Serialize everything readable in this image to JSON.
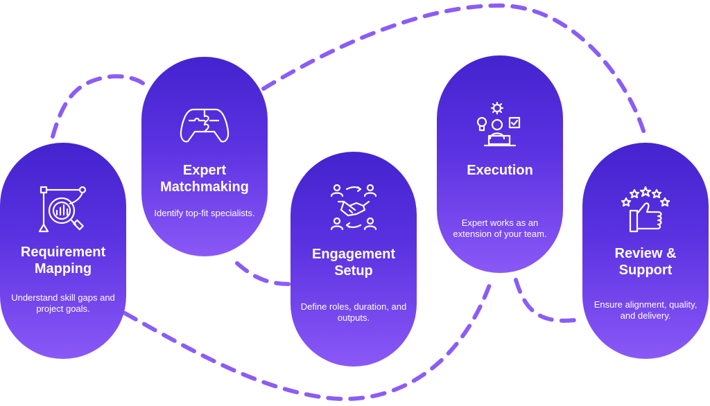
{
  "colors": {
    "pill_top": "#4423CF",
    "pill_bottom": "#8A58F6",
    "connector": "#8B5CF6",
    "text": "#FFFFFF"
  },
  "steps": [
    {
      "icon": "analytics-magnifier-icon",
      "title": "Requirement Mapping",
      "description": "Understand skill gaps and project goals."
    },
    {
      "icon": "game-controller-puzzle-icon",
      "title": "Expert Matchmaking",
      "description": "Identify top-fit specialists."
    },
    {
      "icon": "handshake-team-icon",
      "title": "Engagement Setup",
      "description": "Define roles, duration, and outputs."
    },
    {
      "icon": "person-laptop-ideas-icon",
      "title": "Execution",
      "description": "Expert works as an extension of your team."
    },
    {
      "icon": "thumbs-up-stars-icon",
      "title": "Review & Support",
      "description": "Ensure alignment, quality, and delivery."
    }
  ]
}
